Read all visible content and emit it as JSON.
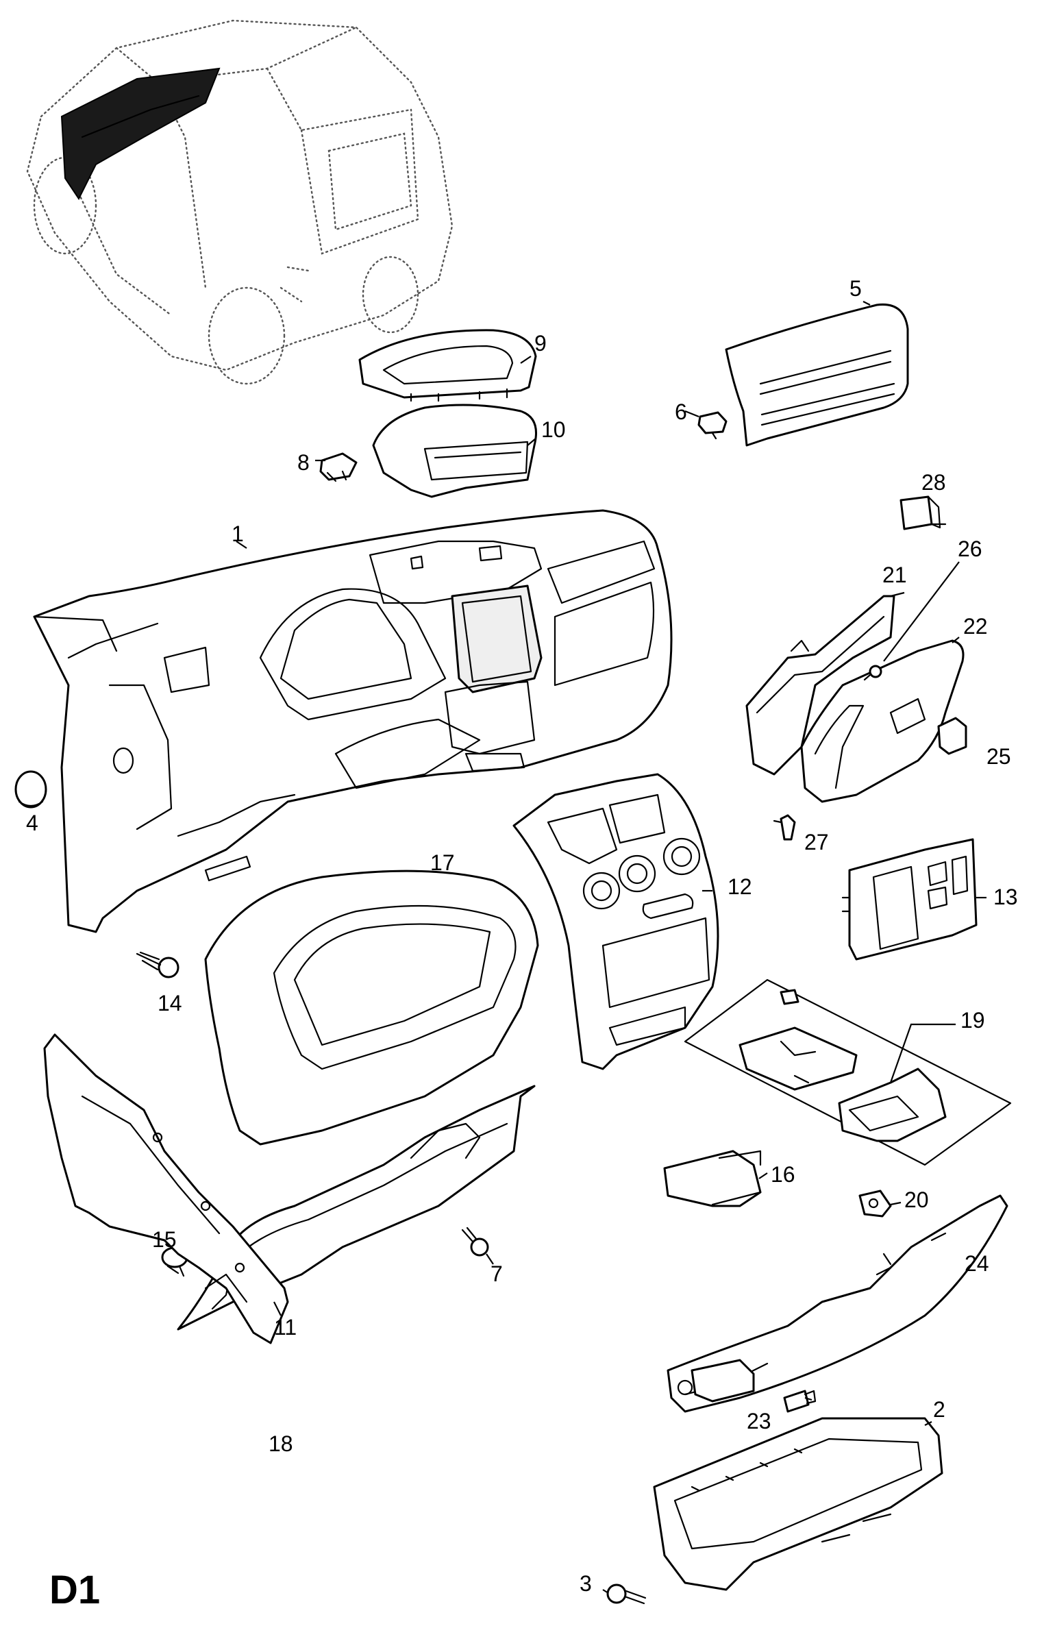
{
  "sheet_id": "D1",
  "callouts": [
    {
      "id": "c1",
      "label": "1"
    },
    {
      "id": "c2",
      "label": "2"
    },
    {
      "id": "c3",
      "label": "3"
    },
    {
      "id": "c4",
      "label": "4"
    },
    {
      "id": "c5",
      "label": "5"
    },
    {
      "id": "c6",
      "label": "6"
    },
    {
      "id": "c7",
      "label": "7"
    },
    {
      "id": "c8",
      "label": "8"
    },
    {
      "id": "c9",
      "label": "9"
    },
    {
      "id": "c10",
      "label": "10"
    },
    {
      "id": "c11",
      "label": "11"
    },
    {
      "id": "c12",
      "label": "12"
    },
    {
      "id": "c13",
      "label": "13"
    },
    {
      "id": "c14",
      "label": "14"
    },
    {
      "id": "c15",
      "label": "15"
    },
    {
      "id": "c16",
      "label": "16"
    },
    {
      "id": "c17",
      "label": "17"
    },
    {
      "id": "c18",
      "label": "18"
    },
    {
      "id": "c19",
      "label": "19"
    },
    {
      "id": "c20",
      "label": "20"
    },
    {
      "id": "c21",
      "label": "21"
    },
    {
      "id": "c22",
      "label": "22"
    },
    {
      "id": "c23",
      "label": "23"
    },
    {
      "id": "c24",
      "label": "24"
    },
    {
      "id": "c25",
      "label": "25"
    },
    {
      "id": "c26",
      "label": "26"
    },
    {
      "id": "c27",
      "label": "27"
    },
    {
      "id": "c28",
      "label": "28"
    }
  ]
}
